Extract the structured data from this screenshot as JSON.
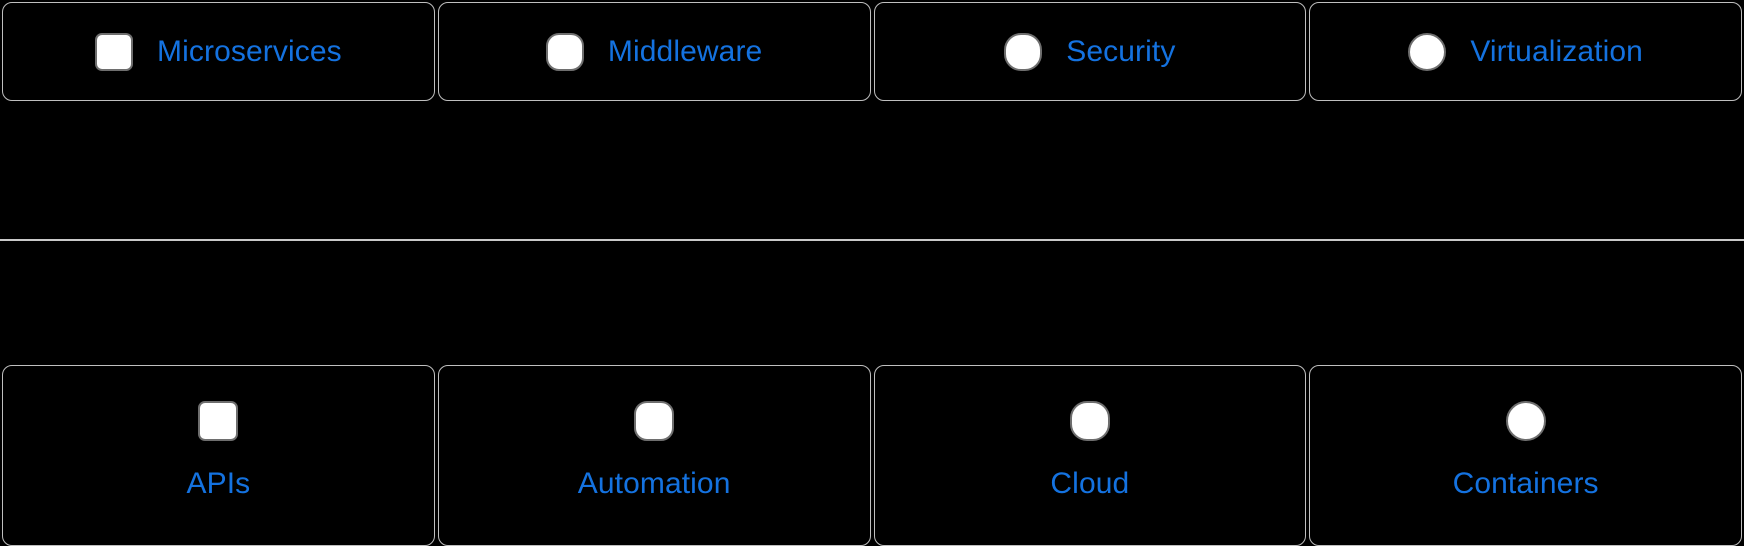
{
  "theme": {
    "background": "#000000",
    "card_border": "#bfbfbf",
    "divider": "#c9c9c9",
    "label_color": "#1472e0",
    "icon_fill": "#ffffff",
    "icon_border": "#6e6e6e"
  },
  "top_row": {
    "layout": "icon-left-label-right",
    "cards": [
      {
        "label": "Microservices",
        "icon": "rounded-square-icon",
        "icon_shape": "r-sm"
      },
      {
        "label": "Middleware",
        "icon": "rounded-square-icon",
        "icon_shape": "r-md"
      },
      {
        "label": "Security",
        "icon": "squircle-icon",
        "icon_shape": "r-lg"
      },
      {
        "label": "Virtualization",
        "icon": "circle-icon",
        "icon_shape": "r-cir"
      }
    ]
  },
  "divider": {
    "name": "section-divider"
  },
  "bottom_row": {
    "layout": "icon-top-label-below",
    "cards": [
      {
        "label": "APIs",
        "icon": "rounded-square-icon",
        "icon_shape": "r-sm"
      },
      {
        "label": "Automation",
        "icon": "rounded-square-icon",
        "icon_shape": "r-md"
      },
      {
        "label": "Cloud",
        "icon": "squircle-icon",
        "icon_shape": "r-lg"
      },
      {
        "label": "Containers",
        "icon": "circle-icon",
        "icon_shape": "r-cir"
      }
    ]
  }
}
